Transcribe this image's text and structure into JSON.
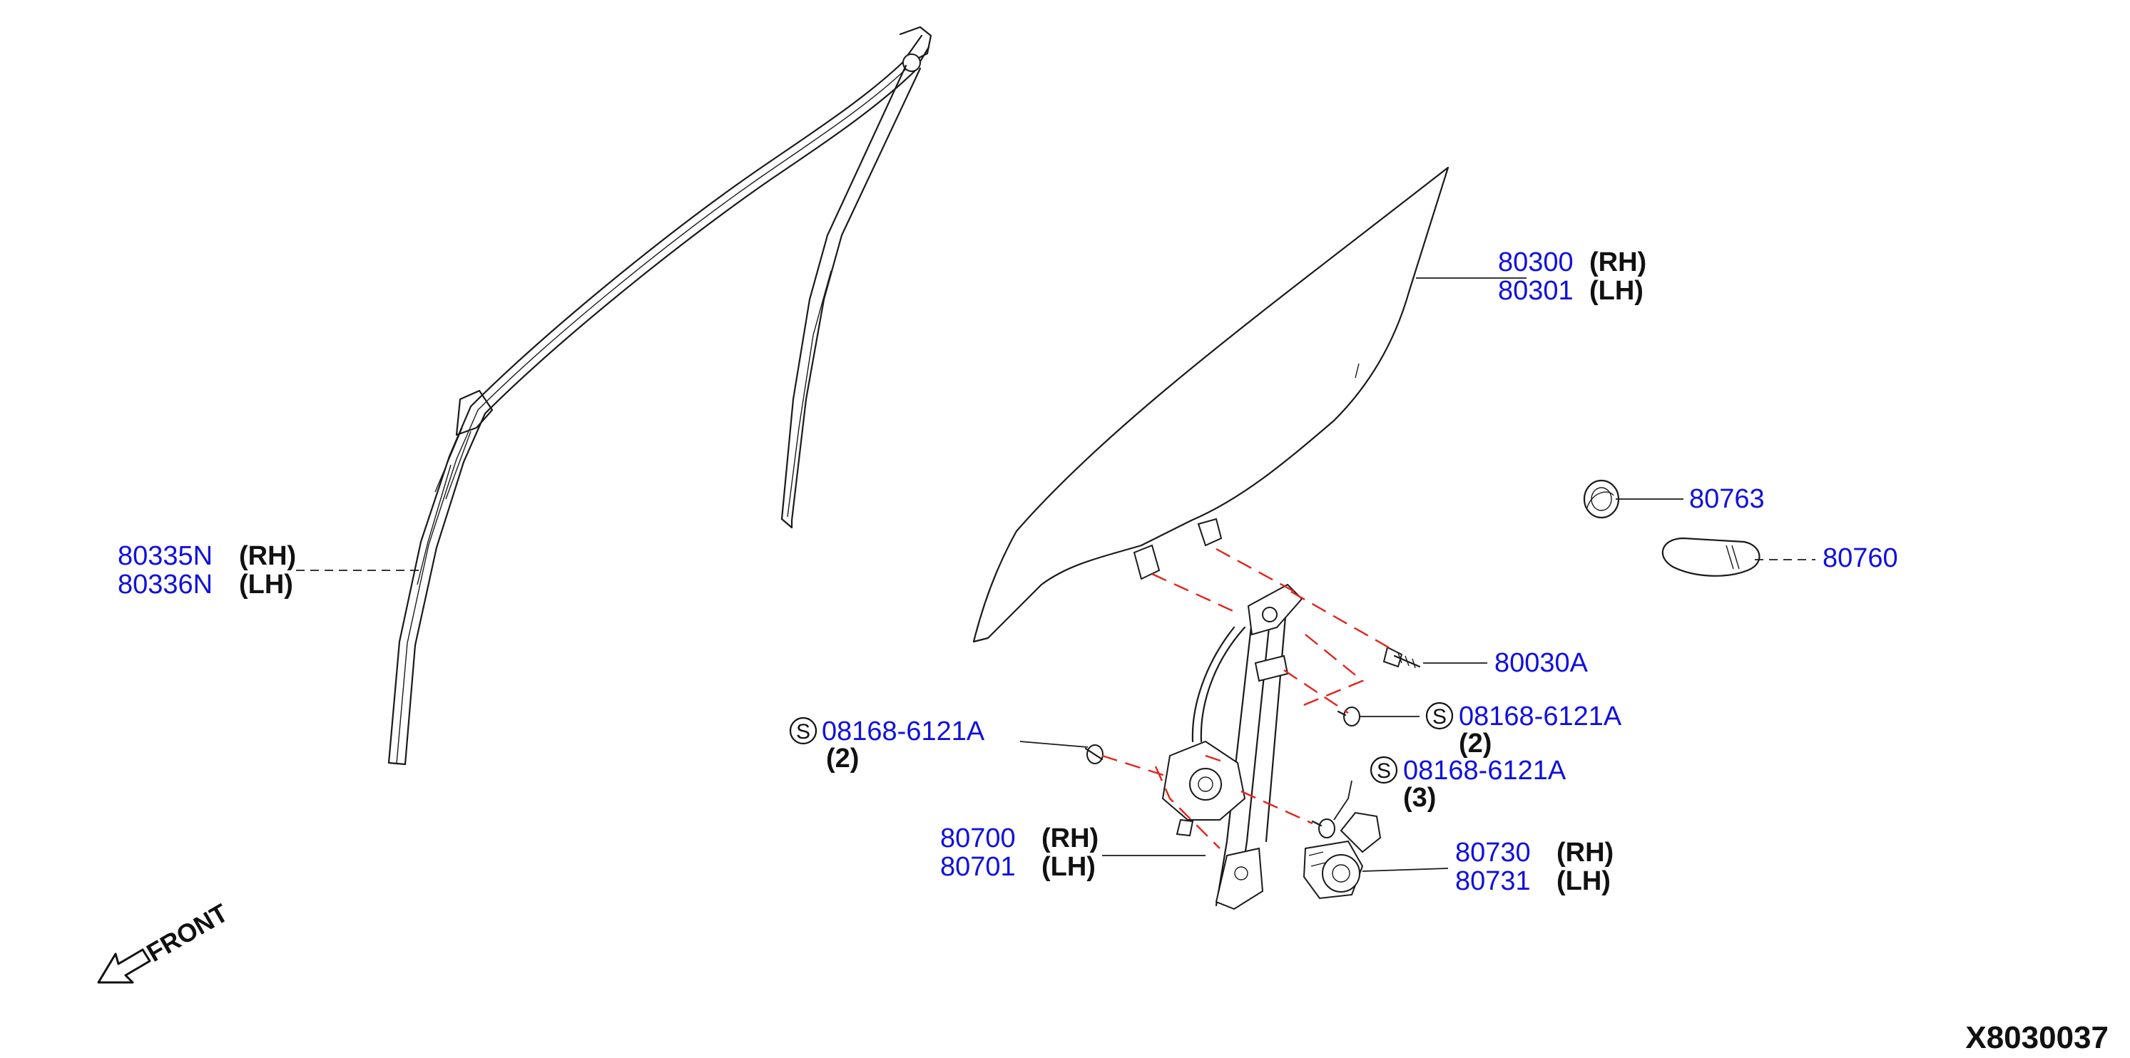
{
  "diagram_code": "X8030037",
  "front_label": "FRONT",
  "screw_symbol": "S",
  "colors": {
    "part_number": "#1010e0",
    "side_text": "#111111",
    "hidden_line": "#e2231a",
    "outline": "#1a1a1a"
  },
  "callouts": {
    "sash_rh": {
      "number": "80335N",
      "side": "(RH)"
    },
    "sash_lh": {
      "number": "80336N",
      "side": "(LH)"
    },
    "glass_rh": {
      "number": "80300",
      "side": "(RH)"
    },
    "glass_lh": {
      "number": "80301",
      "side": "(LH)"
    },
    "grommet": {
      "number": "80763"
    },
    "cap": {
      "number": "80760"
    },
    "bolt": {
      "number": "80030A"
    },
    "screw_right_upper": {
      "number": "08168-6121A",
      "qty": "(2)"
    },
    "screw_left": {
      "number": "08168-6121A",
      "qty": "(2)"
    },
    "screw_right_lower": {
      "number": "08168-6121A",
      "qty": "(3)"
    },
    "regulator_rh": {
      "number": "80700",
      "side": "(RH)"
    },
    "regulator_lh": {
      "number": "80701",
      "side": "(LH)"
    },
    "motor_rh": {
      "number": "80730",
      "side": "(RH)"
    },
    "motor_lh": {
      "number": "80731",
      "side": "(LH)"
    }
  }
}
